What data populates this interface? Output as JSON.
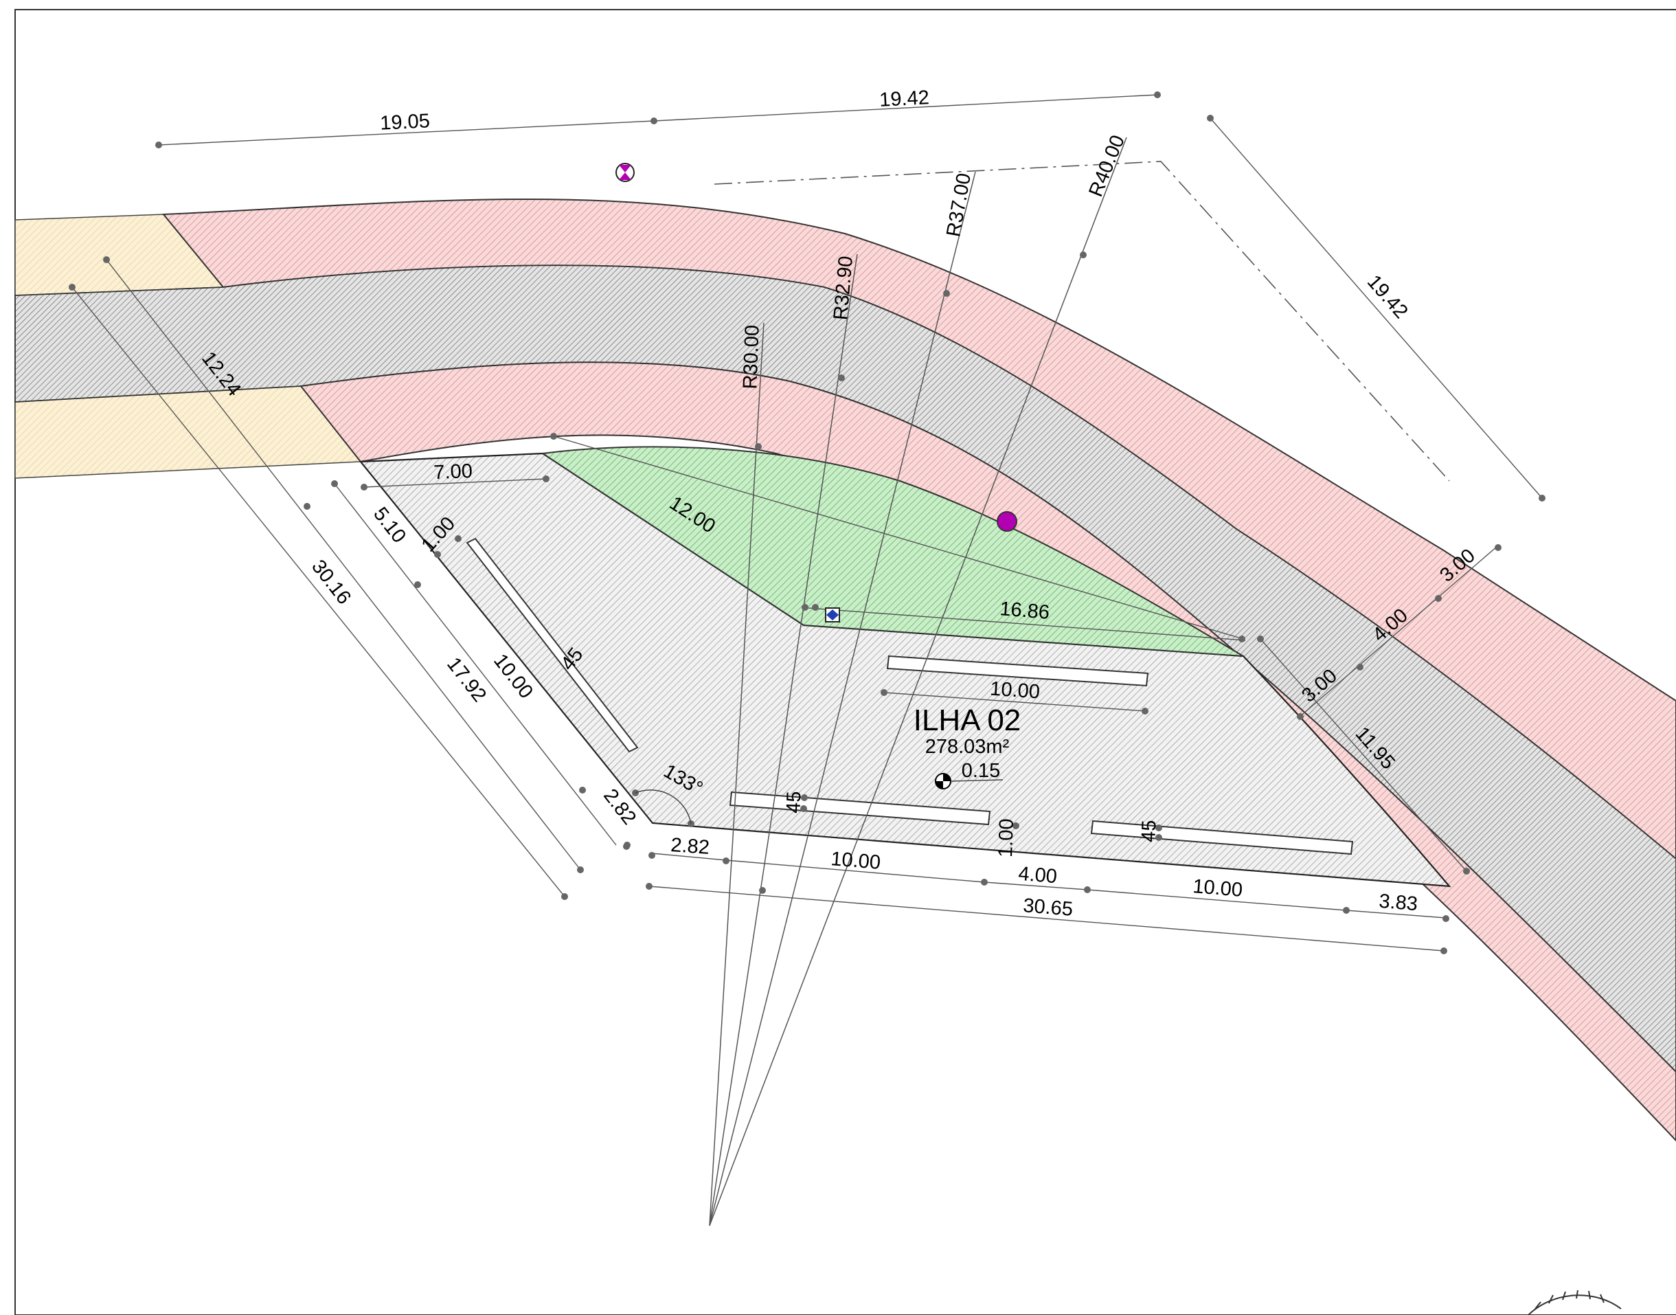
{
  "island": {
    "name": "ILHA 02",
    "area": "278.03m²",
    "level": "0.15"
  },
  "radii": [
    "R30.00",
    "R32.90",
    "R37.00",
    "R40.00"
  ],
  "dimensions": {
    "top_left": "19.05",
    "top_right": "19.42",
    "diag_right": "19.42",
    "left_12_24": "12.24",
    "left_30_16": "30.16",
    "left_5_10": "5.10",
    "left_17_92": "17.92",
    "left_10_00": "10.00",
    "left_2_82": "2.82",
    "left_1_00": "1.00",
    "top_7_00": "7.00",
    "green_12_00": "12.00",
    "green_16_86": "16.86",
    "bed_top_10_00": "10.00",
    "bottom_2_82": "2.82",
    "bottom_10_00_a": "10.00",
    "bottom_4_00": "4.00",
    "bottom_10_00_b": "10.00",
    "bottom_3_83": "3.83",
    "bottom_total": "30.65",
    "bottom_1_00": "1.00",
    "angle": "133°",
    "park_angle_1": "45",
    "park_angle_2": "45",
    "park_angle_3": "45",
    "road_3_00_a": "3.00",
    "road_4_00": "4.00",
    "road_3_00_b": "3.00",
    "road_11_95": "11.95"
  },
  "colors": {
    "sidewalk": "#f4c7c7",
    "lane": "#d4d4d4",
    "planting": "#bfe8bf",
    "island": "#e6e6e6",
    "crosswalk": "#fbeecb",
    "marker": "#b300b3",
    "drain": "#1f3fb5"
  },
  "icons": [
    "marker-cross-circle-icon",
    "marker-circle-icon",
    "drain-square-icon",
    "level-mark-icon",
    "north-arrow-icon"
  ]
}
